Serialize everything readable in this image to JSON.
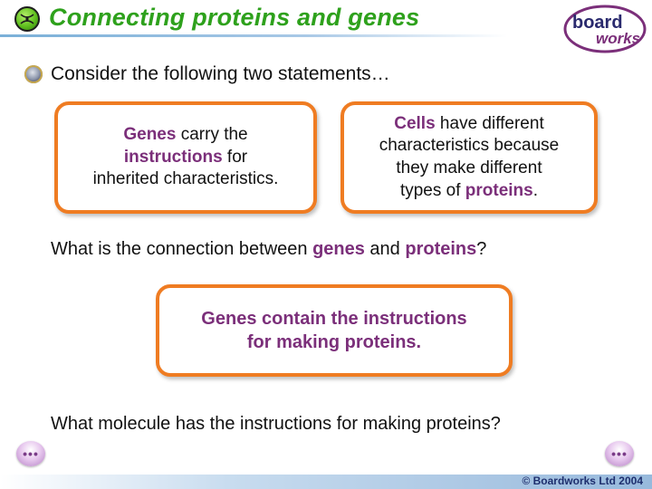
{
  "header": {
    "title": "Connecting proteins and genes",
    "logo_top": "board",
    "logo_bottom": "works"
  },
  "intro": "Consider the following two statements…",
  "statement1": {
    "p1_b": "Genes",
    "p1_t": " carry the",
    "p2_b": "instructions",
    "p2_t": " for",
    "p3_t": "inherited characteristics."
  },
  "statement2": {
    "p1_b": "Cells",
    "p1_t": " have different",
    "p2_t": "characteristics because",
    "p3_t": "they make different",
    "p4_t": "types of ",
    "p4_b": "proteins",
    "p4_end": "."
  },
  "question1": {
    "t1": "What is the connection between ",
    "b1": "genes",
    "t2": " and ",
    "b2": "proteins",
    "t3": "?"
  },
  "answer": {
    "line1": "Genes contain the instructions",
    "line2": "for making proteins."
  },
  "question2": "What molecule has the instructions for making proteins?",
  "nav": {
    "prev": "•••",
    "next": "•••"
  },
  "footer": "© Boardworks Ltd 2004",
  "colors": {
    "title": "#2ea11c",
    "box_border": "#ef7c22",
    "highlight": "#7b2f7a"
  }
}
